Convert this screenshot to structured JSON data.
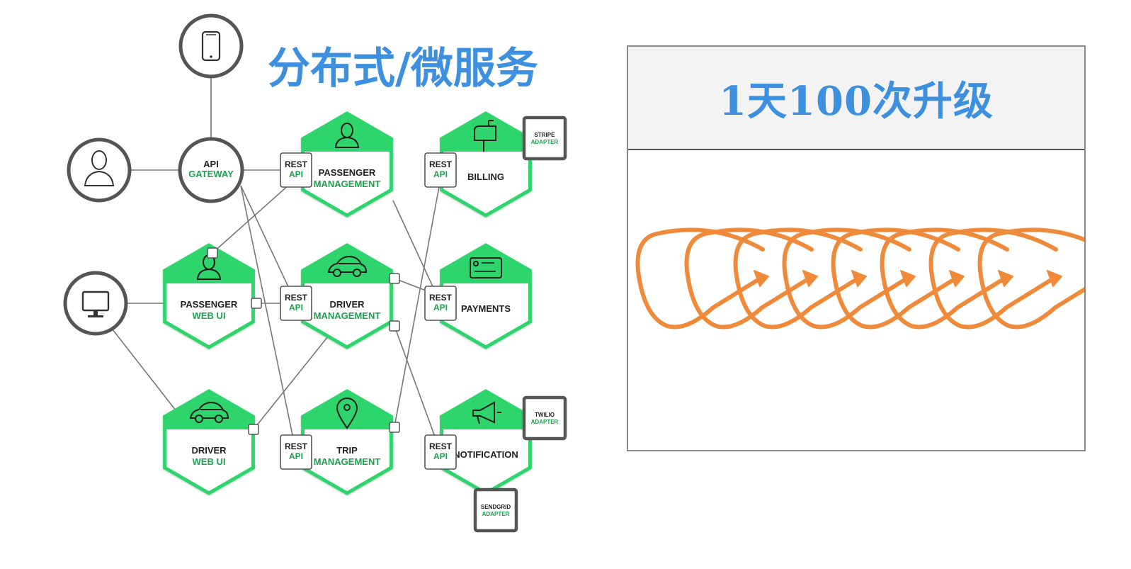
{
  "left_title": "分布式/微服务",
  "right_panel": {
    "title": "1天100次升级"
  },
  "colors": {
    "green": "#2ed46c",
    "green_dark": "#1aa24c",
    "text_dark": "#222222",
    "title_blue": "#3d8fe0",
    "orange": "#ef8a3a",
    "line": "#777777"
  },
  "client_icons": [
    {
      "id": "mobile",
      "icon": "mobile-phone-icon"
    },
    {
      "id": "user",
      "icon": "user-icon"
    },
    {
      "id": "desktop",
      "icon": "monitor-icon"
    }
  ],
  "api_gateway": {
    "line1": "API",
    "line2": "GATEWAY"
  },
  "rest_api": {
    "line1": "REST",
    "line2": "API"
  },
  "services": [
    {
      "id": "passenger-management",
      "line1": "PASSENGER",
      "line2": "MANAGEMENT",
      "icon": "person-icon"
    },
    {
      "id": "billing",
      "line1": "BILLING",
      "line2": "",
      "icon": "mailbox-icon"
    },
    {
      "id": "passenger-web-ui",
      "line1": "PASSENGER",
      "line2": "WEB UI",
      "icon": "person-icon"
    },
    {
      "id": "driver-management",
      "line1": "DRIVER",
      "line2": "MANAGEMENT",
      "icon": "car-icon"
    },
    {
      "id": "payments",
      "line1": "PAYMENTS",
      "line2": "",
      "icon": "credit-card-icon"
    },
    {
      "id": "driver-web-ui",
      "line1": "DRIVER",
      "line2": "WEB UI",
      "icon": "car-icon"
    },
    {
      "id": "trip-management",
      "line1": "TRIP",
      "line2": "MANAGEMENT",
      "icon": "map-pin-icon"
    },
    {
      "id": "notification",
      "line1": "NOTIFICATION",
      "line2": "",
      "icon": "megaphone-icon"
    }
  ],
  "adapters": [
    {
      "id": "stripe",
      "line1": "STRIPE",
      "line2": "ADAPTER"
    },
    {
      "id": "twilio",
      "line1": "TWILIO",
      "line2": "ADAPTER"
    },
    {
      "id": "sendgrid",
      "line1": "SENDGRID",
      "line2": "ADAPTER"
    }
  ]
}
